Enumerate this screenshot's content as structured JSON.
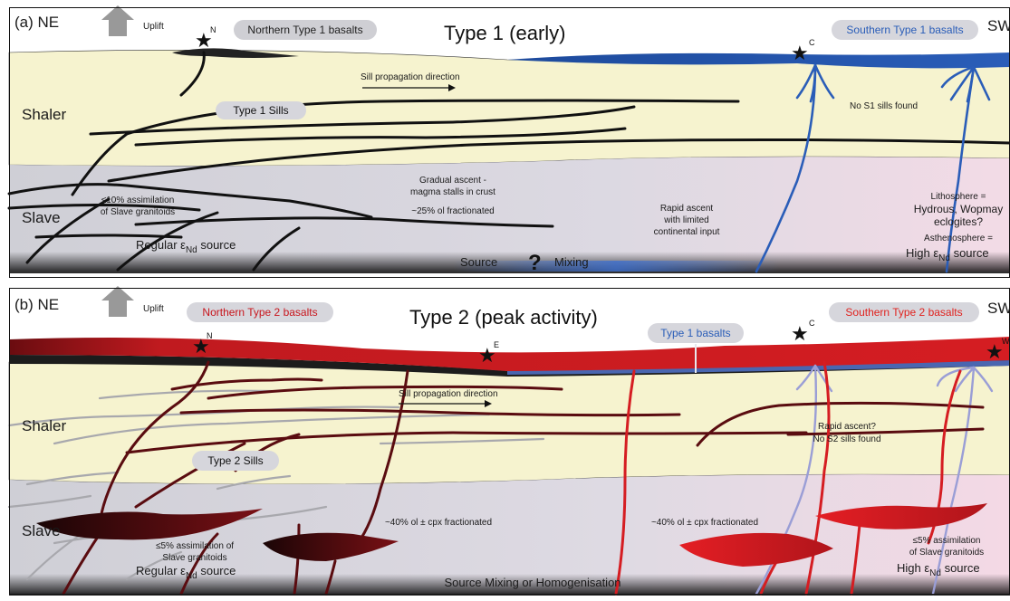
{
  "panel_a": {
    "panel_label": "(a) NE",
    "sw_label": "SW",
    "uplift": "Uplift",
    "title": "Type 1 (early)",
    "northern_basalts": "Northern Type 1 basalts",
    "southern_basalts": "Southern Type 1 basalts",
    "star_n": "N",
    "star_c": "C",
    "sill_direction": "Sill propagation direction",
    "sills_label": "Type 1 Sills",
    "no_sills": "No S1 sills found",
    "layer_shaler": "Shaler",
    "layer_slave": "Slave",
    "gradual_ascent_1": "Gradual ascent -",
    "gradual_ascent_2": "magma stalls in crust",
    "fractionation": "~25% ol fractionated",
    "assimilation_1": "≤10% assimilation",
    "assimilation_2": "of Slave granitoids",
    "regular_source_pre": "Regular ε",
    "regular_source_sub": "Nd",
    "regular_source_post": " source",
    "rapid_ascent_1": "Rapid ascent",
    "rapid_ascent_2": "with limited",
    "rapid_ascent_3": "continental input",
    "lithosphere_1": "Lithosphere =",
    "lithosphere_2": "Hydrous, Wopmay",
    "lithosphere_3": "eclogites?",
    "asthenosphere": "Asthenosphere =",
    "high_source_pre": "High ε",
    "high_source_sub": "Nd",
    "high_source_post": " source",
    "source_mixing_1": "Source",
    "question": "?",
    "source_mixing_2": "Mixing"
  },
  "panel_b": {
    "panel_label": "(b) NE",
    "sw_label": "SW",
    "uplift": "Uplift",
    "title": "Type 2 (peak activity)",
    "northern_basalts": "Northern Type 2 basalts",
    "southern_basalts": "Southern Type 2 basalts",
    "type1_basalts": "Type 1 basalts",
    "star_n": "N",
    "star_e": "E",
    "star_c": "C",
    "star_w": "W",
    "sill_direction": "Sill propagation direction",
    "sills_label": "Type 2 Sills",
    "rapid_ascent": "Rapid ascent?",
    "no_sills": "No S2 sills found",
    "layer_shaler": "Shaler",
    "layer_slave": "Slave",
    "fractionation_1": "~40% ol ± cpx fractionated",
    "fractionation_2": "~40% ol ± cpx fractionated",
    "assimilation_n_1": "≤5% assimilation of",
    "assimilation_n_2": "Slave granitoids",
    "regular_source_pre": "Regular ε",
    "regular_source_sub": "Nd",
    "regular_source_post": " source",
    "assimilation_s_1": "≤5% assimilation",
    "assimilation_s_2": "of Slave granitoids",
    "high_source_pre": "High ε",
    "high_source_sub": "Nd",
    "high_source_post": " source",
    "source_mixing": "Source Mixing or Homogenisation"
  },
  "colors": {
    "shaler": "#f6f3cf",
    "slave": "#d9d8e0",
    "type1_blue": "#1f4fa0",
    "type2_red": "#c8161d",
    "dark_red": "#5a0c10",
    "grey_sill": "#a8a8ad"
  }
}
